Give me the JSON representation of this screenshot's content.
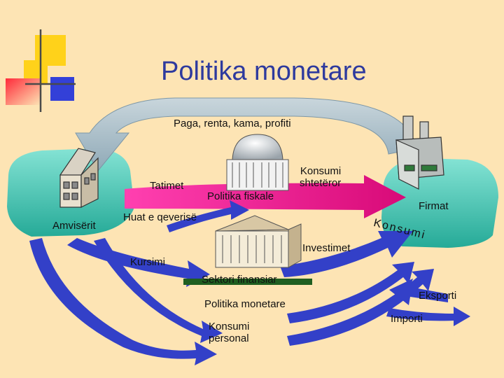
{
  "title": "Politika monetare",
  "labels": {
    "flow_top": "Paga, renta, kama, profiti",
    "households": "Amvisërit",
    "firms": "Firmat",
    "taxes": "Tatimet",
    "fiscal_policy": "Politika fiskale",
    "gov_consumption": "Konsumi\nshtetëror",
    "gov_borrowing": "Huat e qeverisë",
    "consumption_arrow": "Konsumi",
    "savings": "Kursimi",
    "investment": "Investimet",
    "financial_sector": "Sektori finansiar",
    "monetary_policy": "Politika monetare",
    "personal_consumption": "Konsumi\npersonal",
    "exports": "Eksporti",
    "imports": "Importi"
  },
  "colors": {
    "background": "#fde4b4",
    "title": "#2e3a9e",
    "wage_arrow": "#9fb8c6",
    "gov_arrow": "#ee1188",
    "blue_arrows": "#3340c8",
    "teal_pad": "#3fc1b2",
    "green_bar": "#1f5e20",
    "deco_yellow": "#ffd21a",
    "deco_red": "#ff2a3a",
    "deco_blue": "#3340d8"
  }
}
